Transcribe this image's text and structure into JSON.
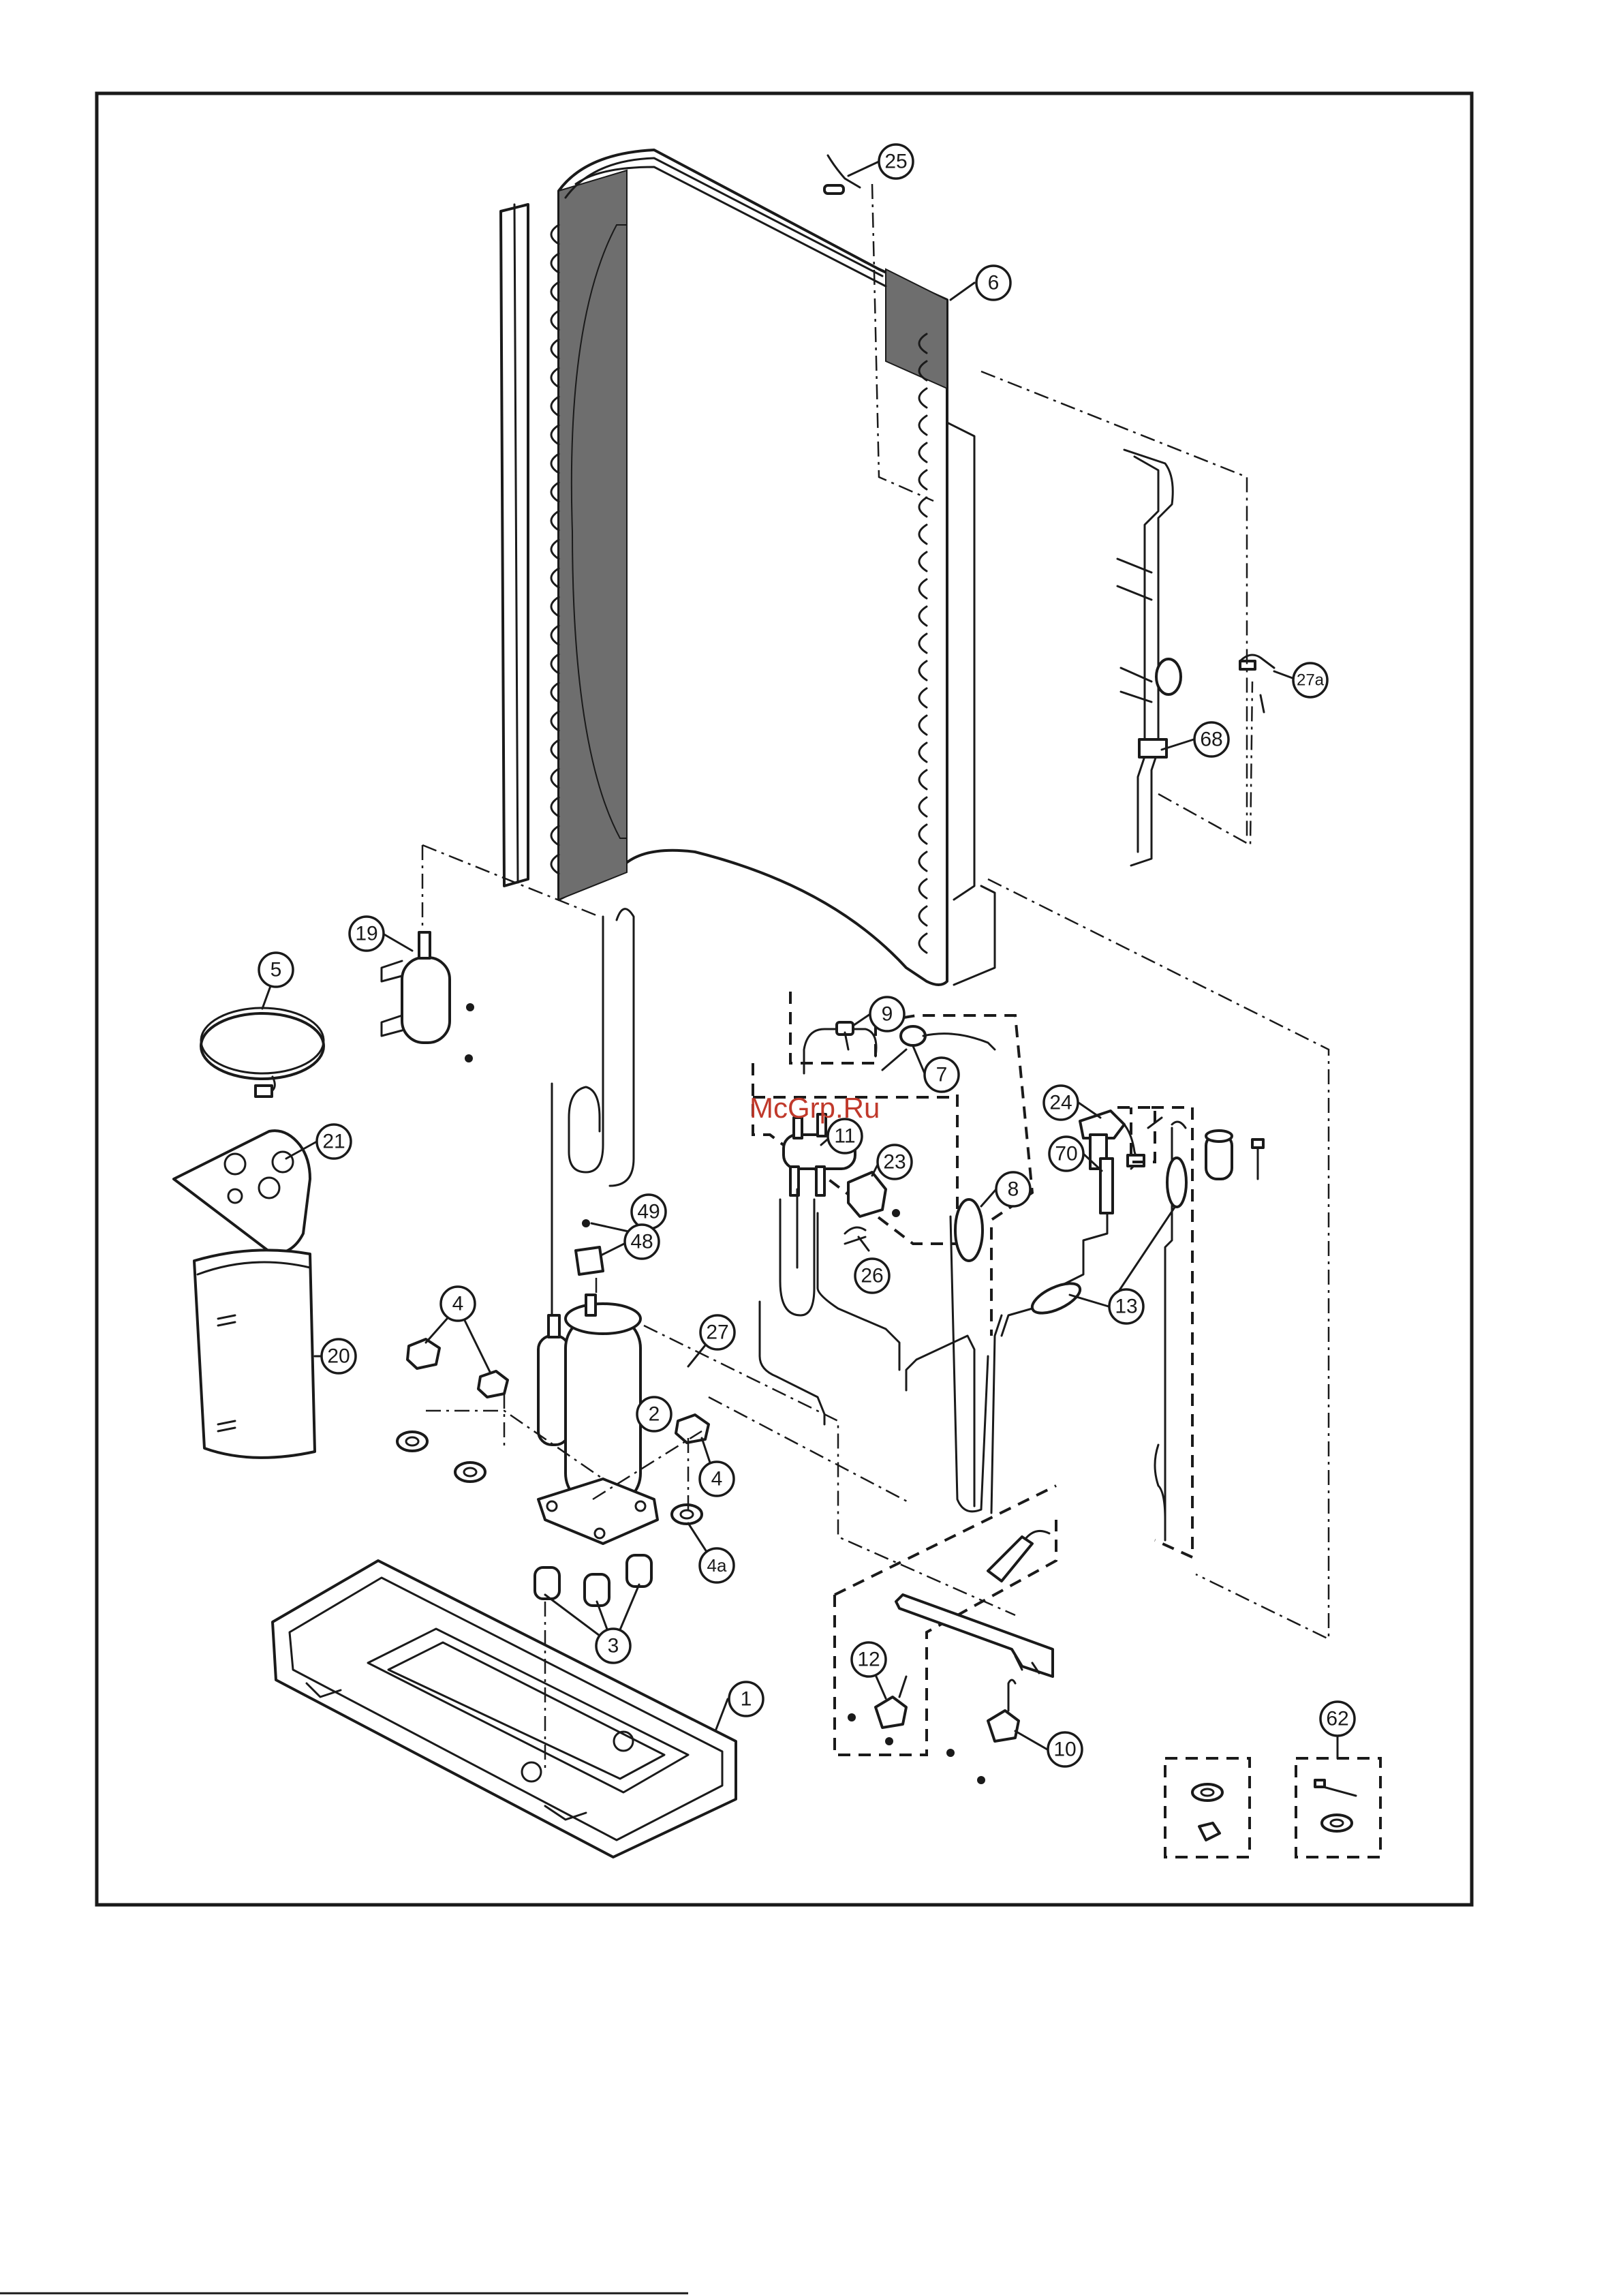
{
  "watermark": "McGrp.Ru",
  "callouts": [
    "25",
    "6",
    "27a",
    "68",
    "19",
    "5",
    "21",
    "9",
    "7",
    "24",
    "11",
    "23",
    "70",
    "8",
    "49",
    "48",
    "26",
    "13",
    "4",
    "27",
    "2",
    "20",
    "4",
    "4a",
    "3",
    "12",
    "1",
    "10",
    "62"
  ]
}
